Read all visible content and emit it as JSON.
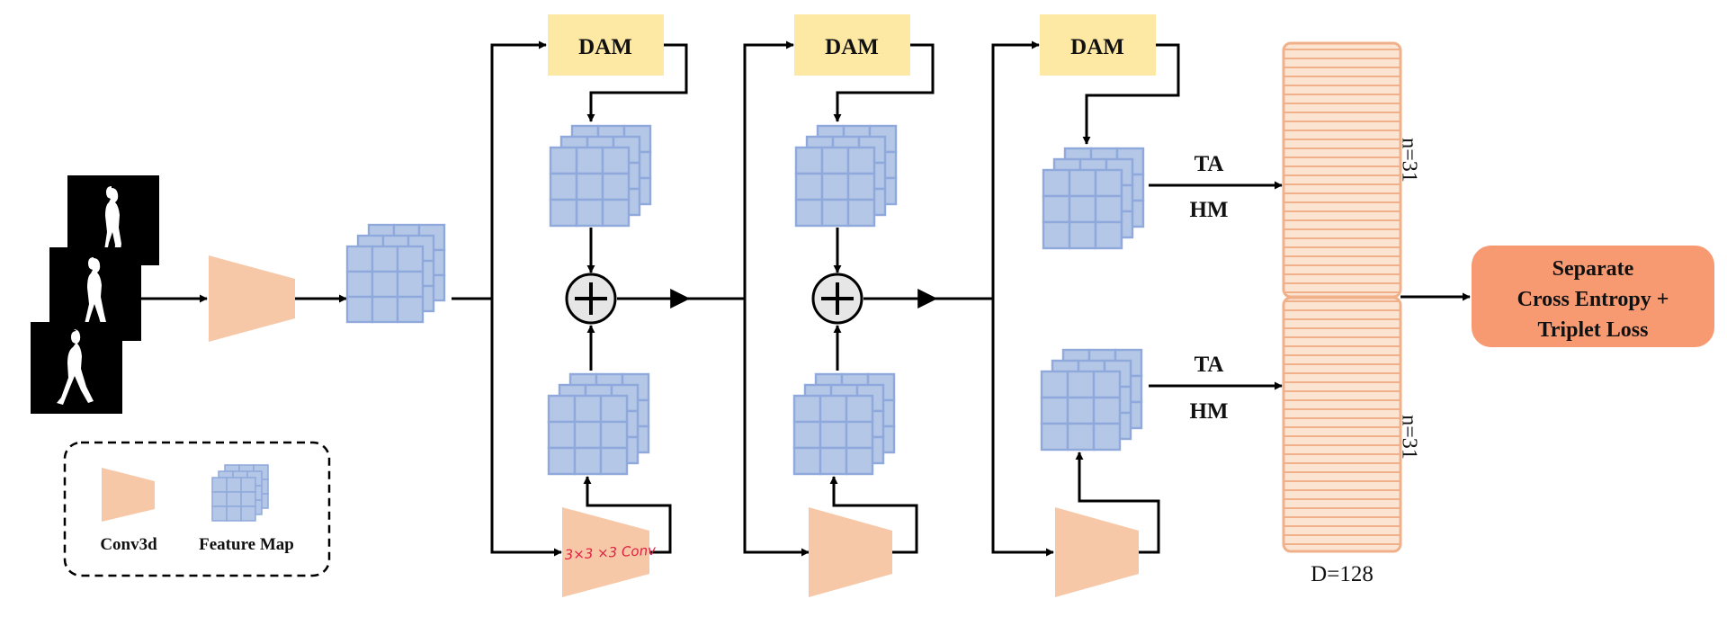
{
  "modules": {
    "dam_label": "DAM"
  },
  "branch": {
    "ta_label": "TA",
    "hm_label": "HM"
  },
  "strips": {
    "n_top": "n=31",
    "n_bottom": "n=31",
    "dim_label": "D=128"
  },
  "loss": {
    "line1": "Separate",
    "line2": "Cross Entropy +",
    "line3": "Triplet Loss"
  },
  "annotation": {
    "conv_note": "3×3 ×3 Conv"
  },
  "legend": {
    "conv_label": "Conv3d",
    "feature_label": "Feature Map"
  },
  "colors": {
    "dam_fill": "#fde9a4",
    "conv_fill": "#f7c8a8",
    "grid_fill": "#b4c7e7",
    "grid_stroke": "#8fa9dc",
    "strip_fill": "#fce4d3",
    "strip_stroke": "#f0b08a",
    "loss_fill": "#f79a72",
    "circle_fill": "#e6e6e6",
    "arrow": "#000000",
    "annotation": "#e02040"
  }
}
